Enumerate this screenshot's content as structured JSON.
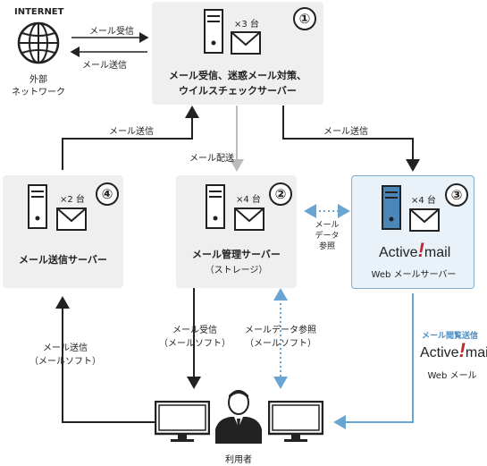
{
  "external": {
    "internet_label": "INTERNET",
    "network_label_1": "外部",
    "network_label_2": "ネットワーク",
    "receive_arrow_label": "メール受信",
    "send_arrow_label": "メール送信"
  },
  "server1": {
    "number": "①",
    "count": "×3 台",
    "title_line1": "メール受信、迷惑メール対策、",
    "title_line2": "ウイルスチェックサーバー"
  },
  "server2": {
    "number": "②",
    "count": "×4 台",
    "title": "メール管理サーバー",
    "subtitle": "（ストレージ）"
  },
  "server3": {
    "number": "③",
    "count": "×4 台",
    "logo_pre": "Active",
    "logo_bang": "!",
    "logo_post": "mail",
    "title": "Web メールサーバー"
  },
  "server4": {
    "number": "④",
    "count": "×2 台",
    "title": "メール送信サーバー"
  },
  "flows": {
    "s4_to_s1": "メール送信",
    "s1_to_s3": "メール送信",
    "s1_to_s2": "メール配送",
    "s2_s3_line1": "メール",
    "s2_s3_line2": "データ",
    "s2_s3_line3": "参照",
    "user_to_s4_line1": "メール送信",
    "user_to_s4_line2": "（メールソフト）",
    "s2_to_user_line1": "メール受信",
    "s2_to_user_line2": "（メールソフト）",
    "data_ref_line1": "メールデータ参照",
    "data_ref_line2": "（メールソフト）",
    "browse_send": "メール閲覧送信",
    "web_mail_pre": "Active",
    "web_mail_bang": "!",
    "web_mail_post": "mail",
    "web_mail_label": "Web メール"
  },
  "user": {
    "label": "利用者"
  },
  "colors": {
    "box_bg": "#efefef",
    "blue_box_bg": "#e9f2f8",
    "blue_border": "#7fb0d3",
    "accent_blue": "#4a8cc0",
    "logo_red": "#c0272d"
  }
}
